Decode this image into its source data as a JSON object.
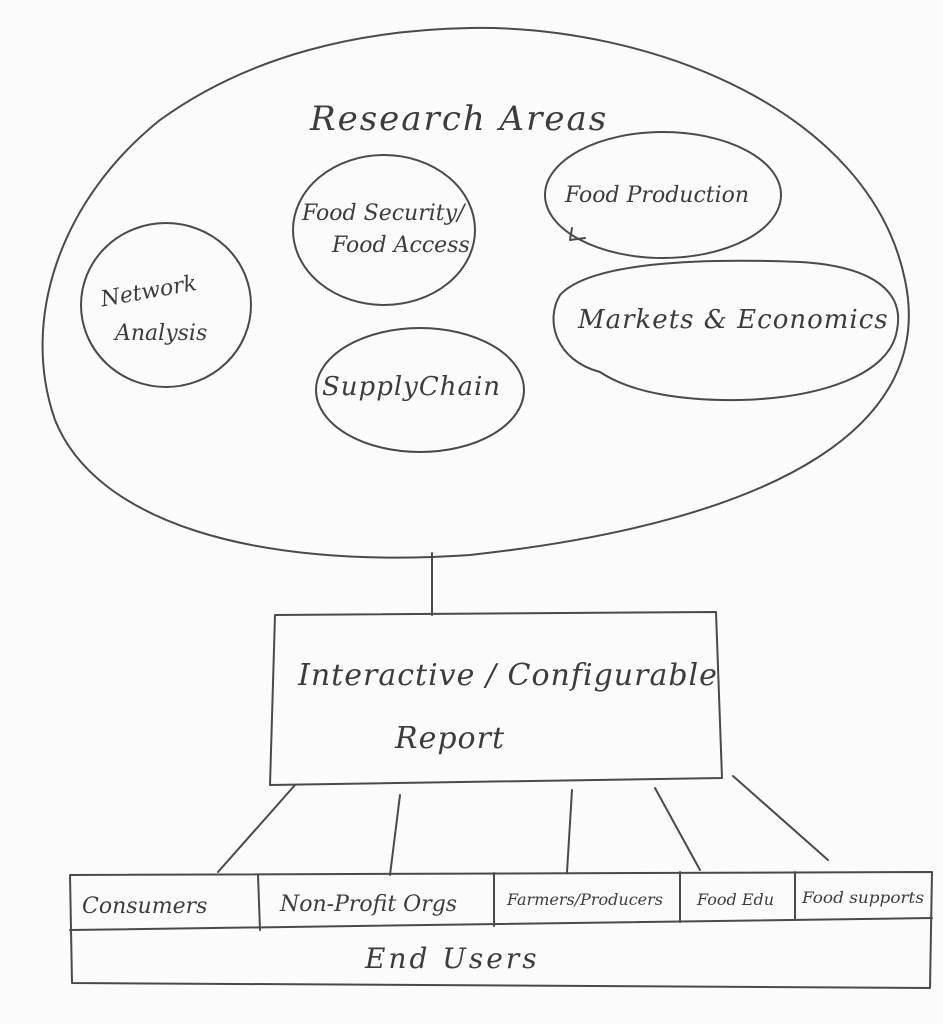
{
  "research": {
    "title": "Research Areas",
    "areas": {
      "food_security_line1": "Food Security/",
      "food_security_line2": "Food Access",
      "food_production": "Food Production",
      "network_line1": "Network",
      "network_line2": "Analysis",
      "supply_chain": "SupplyChain",
      "markets": "Markets & Economics"
    }
  },
  "report": {
    "line1": "Interactive / Configurable",
    "line2": "Report"
  },
  "end_users": {
    "label": "End Users",
    "groups": {
      "consumers": "Consumers",
      "nonprofit": "Non-Profit Orgs",
      "farmers": "Farmers/Producers",
      "food_edu": "Food Edu",
      "food_supports": "Food supports"
    }
  },
  "colors": {
    "ink": "#4a4a4a",
    "paper": "#fbfbfb"
  }
}
